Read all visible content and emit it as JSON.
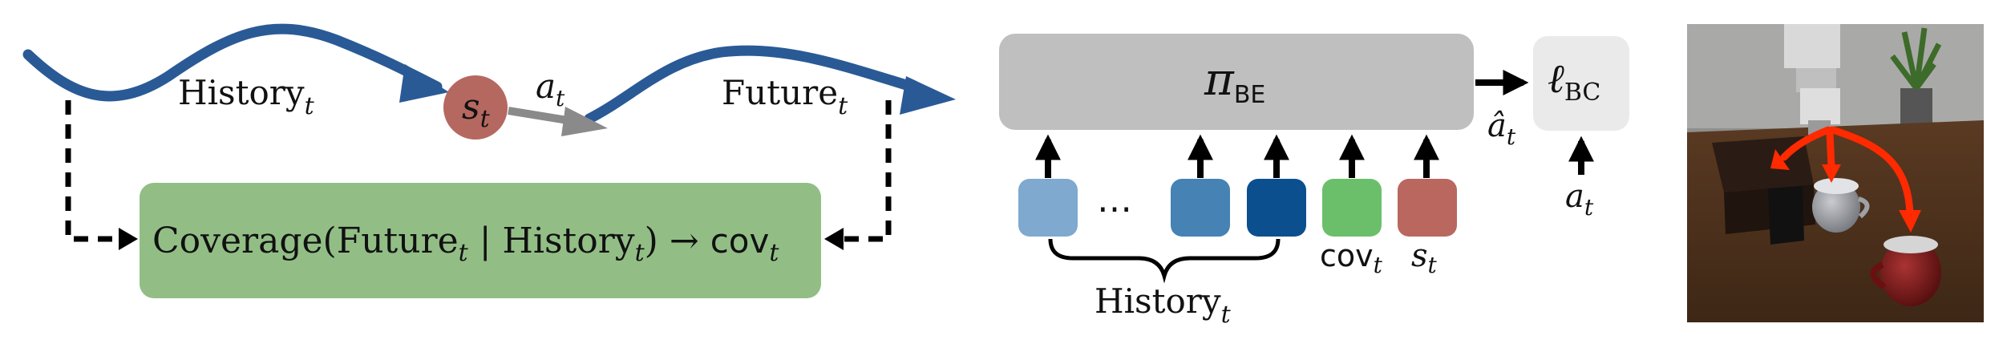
{
  "left_panel": {
    "history_label": "History",
    "history_sub": "t",
    "state_var": "s",
    "state_sub": "t",
    "action_var": "a",
    "action_sub": "t",
    "future_label": "Future",
    "future_sub": "t",
    "coverage_prefix": "Coverage(Future",
    "coverage_sub1": "t",
    "coverage_mid": " | History",
    "coverage_sub2": "t",
    "coverage_suffix": ") → ",
    "coverage_cov": "cov",
    "coverage_cov_sub": "t"
  },
  "middle_panel": {
    "policy_greek": "π",
    "policy_sub": "BE",
    "loss_var": "ℓ",
    "loss_sub": "BC",
    "ahat_var": "â",
    "ahat_sub": "t",
    "a_var": "a",
    "a_sub": "t",
    "ellipsis": "⋯",
    "history_label": "History",
    "history_sub": "t",
    "cov_label": "cov",
    "cov_sub": "t",
    "s_var": "s",
    "s_sub": "t"
  },
  "colors": {
    "trajectory_blue": "#2a5a96",
    "state_circle": "#b56860",
    "coverage_box": "#92be86",
    "policy_box": "#bfbfbf",
    "loss_box": "#eaeaea",
    "token_1": "#7fa9cf",
    "token_2": "#4682b4",
    "token_3": "#0b4f8f",
    "token_cov": "#6bbf6b",
    "token_s": "#b9675f",
    "robot_arrows": "#ff2a00"
  }
}
